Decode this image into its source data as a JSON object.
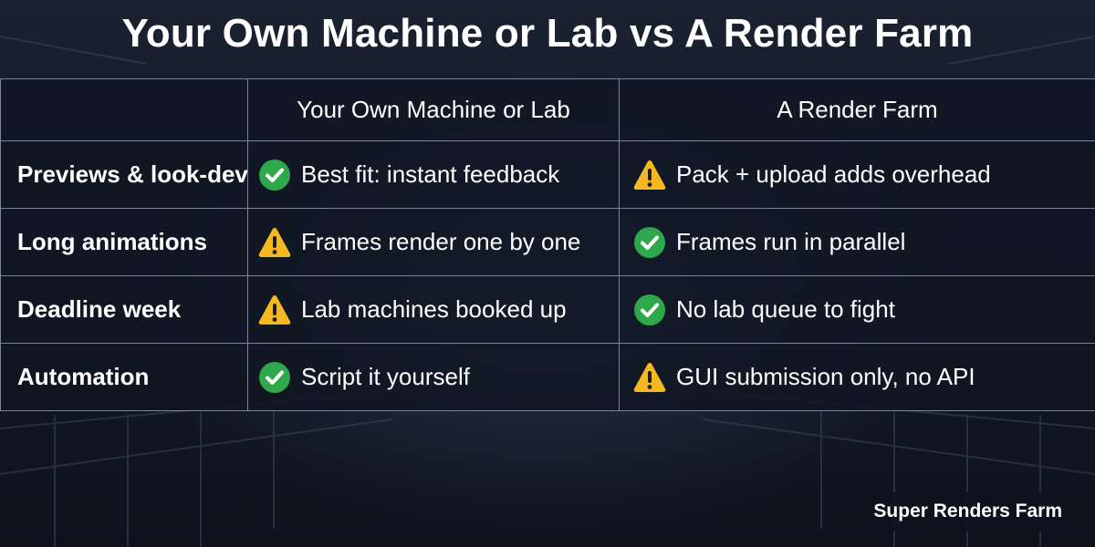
{
  "title": "Your Own Machine or Lab vs A Render Farm",
  "table": {
    "header": [
      "",
      "Your Own Machine or Lab",
      "A Render Farm"
    ],
    "rows": [
      {
        "label": "Previews & look-dev",
        "own": {
          "icon": "check-icon",
          "text": "Best fit: instant feedback"
        },
        "farm": {
          "icon": "warning-icon",
          "text": "Pack + upload adds overhead"
        }
      },
      {
        "label": "Long animations",
        "own": {
          "icon": "warning-icon",
          "text": "Frames render one by one"
        },
        "farm": {
          "icon": "check-icon",
          "text": "Frames run in parallel"
        }
      },
      {
        "label": "Deadline week",
        "own": {
          "icon": "warning-icon",
          "text": "Lab machines booked up"
        },
        "farm": {
          "icon": "check-icon",
          "text": "No lab queue to fight"
        }
      },
      {
        "label": "Automation",
        "own": {
          "icon": "check-icon",
          "text": "Script it yourself"
        },
        "farm": {
          "icon": "warning-icon",
          "text": "GUI submission only, no API"
        }
      }
    ]
  },
  "watermark": "Super Renders Farm",
  "colors": {
    "check": "#2ea84a",
    "warning": "#f5b81e",
    "border": "#7c8595"
  }
}
